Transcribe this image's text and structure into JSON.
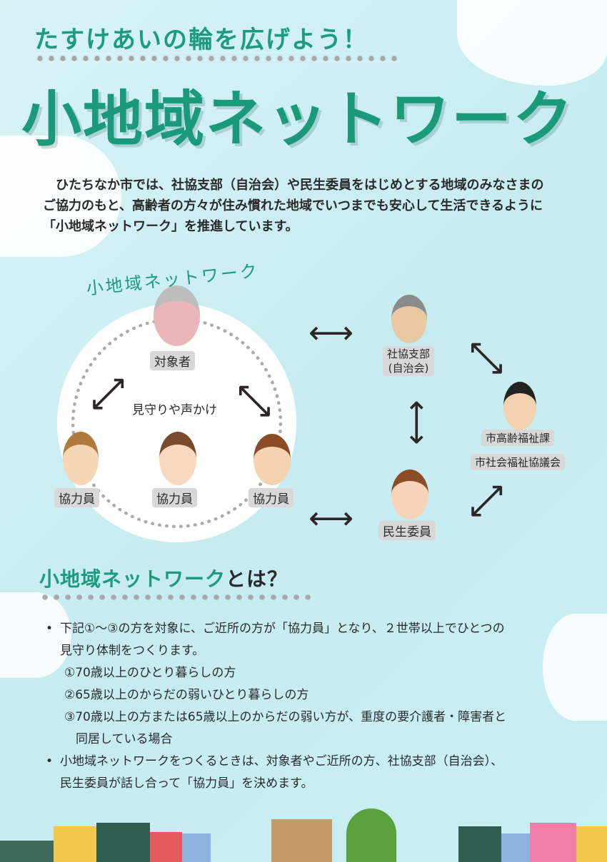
{
  "header": {
    "subtitle": "たすけあいの輪を広げよう！",
    "title": "小地域ネットワーク"
  },
  "intro": [
    "　ひたちなか市では、社協支部（自治会）や民生委員をはじめとする地域のみなさまの",
    "ご協力のもと、高齢者の方々が住み慣れた地域でいつまでも安心して生活できるように",
    "「小地域ネットワーク」を推進しています。"
  ],
  "diagram": {
    "circle_label": "小地域ネットワーク",
    "target": "対象者",
    "watch": "見守りや声かけ",
    "helper": "協力員",
    "branch": [
      "社協支部",
      "(自治会)"
    ],
    "city": "市高齢福祉課",
    "council": "市社会福祉協議会",
    "commissioner": "民生委員"
  },
  "section": {
    "title_green": "小地域ネットワーク",
    "title_dark": "とは？",
    "bullet1": [
      "下記①～③の方を対象に、ご近所の方が「協力員」となり、２世帯以上でひとつの",
      "見守り体制をつくります。"
    ],
    "items": [
      "①70歳以上のひとり暮らしの方",
      "②65歳以上のからだの弱いひとり暮らしの方",
      "③70歳以上の方または65歳以上のからだの弱い方が、重度の要介護者・障害者と",
      "同居している場合"
    ],
    "bullet2": [
      "小地域ネットワークをつくるときは、対象者やご近所の方、社協支部（自治会）、",
      "民生委員が話し合って「協力員」を決めます。"
    ]
  },
  "colors": {
    "accent": "#1a9a78",
    "background": "#c9eef3"
  }
}
